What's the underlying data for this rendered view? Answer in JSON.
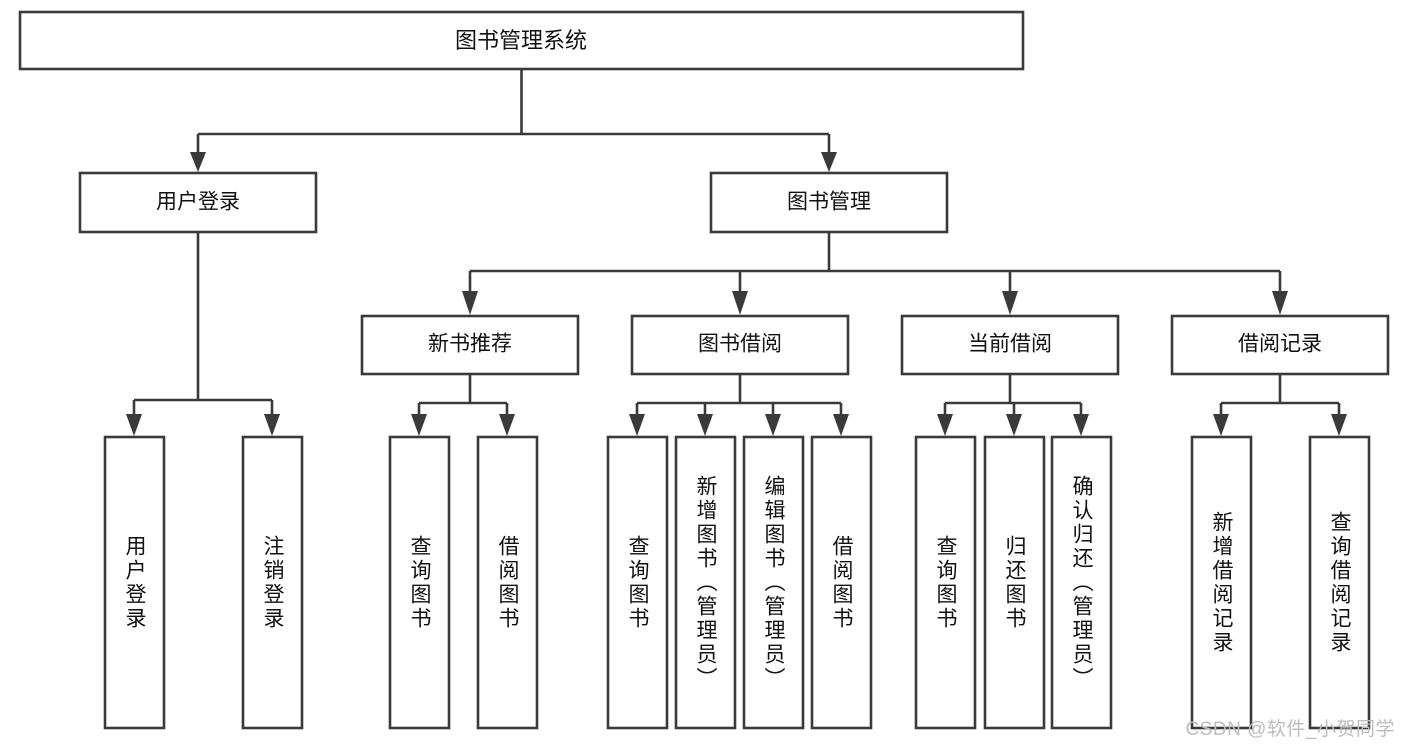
{
  "diagram": {
    "type": "tree-hierarchy-chart",
    "title": "图书管理系统",
    "colors": {
      "stroke": "#3a3a3a",
      "box_fill": "#ffffff",
      "text": "#111111",
      "background": "#ffffff",
      "watermark": "#bdbdbd"
    },
    "levels": {
      "root": {
        "label": "图书管理系统"
      },
      "level2": [
        {
          "id": "user-login",
          "label": "用户登录"
        },
        {
          "id": "book-management",
          "label": "图书管理"
        }
      ],
      "level3": [
        {
          "id": "new-book-recommend",
          "label": "新书推荐",
          "parent": "book-management"
        },
        {
          "id": "book-borrow",
          "label": "图书借阅",
          "parent": "book-management"
        },
        {
          "id": "current-borrow",
          "label": "当前借阅",
          "parent": "book-management"
        },
        {
          "id": "borrow-record",
          "label": "借阅记录",
          "parent": "book-management"
        }
      ],
      "leaves": [
        {
          "id": "leaf-user-login",
          "label": "用户登录",
          "parent": "user-login"
        },
        {
          "id": "leaf-logout-login",
          "label": "注销登录",
          "parent": "user-login"
        },
        {
          "id": "leaf-query-book-1",
          "label": "查询图书",
          "parent": "new-book-recommend"
        },
        {
          "id": "leaf-borrow-book-1",
          "label": "借阅图书",
          "parent": "new-book-recommend"
        },
        {
          "id": "leaf-query-book-2",
          "label": "查询图书",
          "parent": "book-borrow"
        },
        {
          "id": "leaf-add-book",
          "label": "新增图书（管理员）",
          "parent": "book-borrow"
        },
        {
          "id": "leaf-edit-book",
          "label": "编辑图书（管理员）",
          "parent": "book-borrow"
        },
        {
          "id": "leaf-borrow-book-2",
          "label": "借阅图书",
          "parent": "book-borrow"
        },
        {
          "id": "leaf-query-book-3",
          "label": "查询图书",
          "parent": "current-borrow"
        },
        {
          "id": "leaf-return-book",
          "label": "归还图书",
          "parent": "current-borrow"
        },
        {
          "id": "leaf-confirm-return",
          "label": "确认归还（管理员）",
          "parent": "current-borrow"
        },
        {
          "id": "leaf-add-borrow-record",
          "label": "新增借阅记录",
          "parent": "borrow-record"
        },
        {
          "id": "leaf-query-borrow-record",
          "label": "查询借阅记录",
          "parent": "borrow-record"
        }
      ]
    },
    "watermark": "CSDN @软件_小贺同学"
  }
}
